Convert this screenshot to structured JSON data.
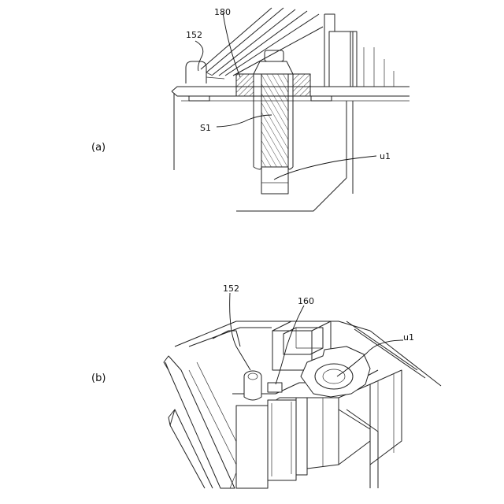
{
  "figure": {
    "panel_a": {
      "panel_label": "(a)",
      "labels": {
        "l152": "152",
        "l180": "180",
        "lS1": "S1",
        "lu1": "u1"
      }
    },
    "panel_b": {
      "panel_label": "(b)",
      "labels": {
        "l152": "152",
        "l160": "160",
        "lu1": "u1"
      }
    }
  }
}
